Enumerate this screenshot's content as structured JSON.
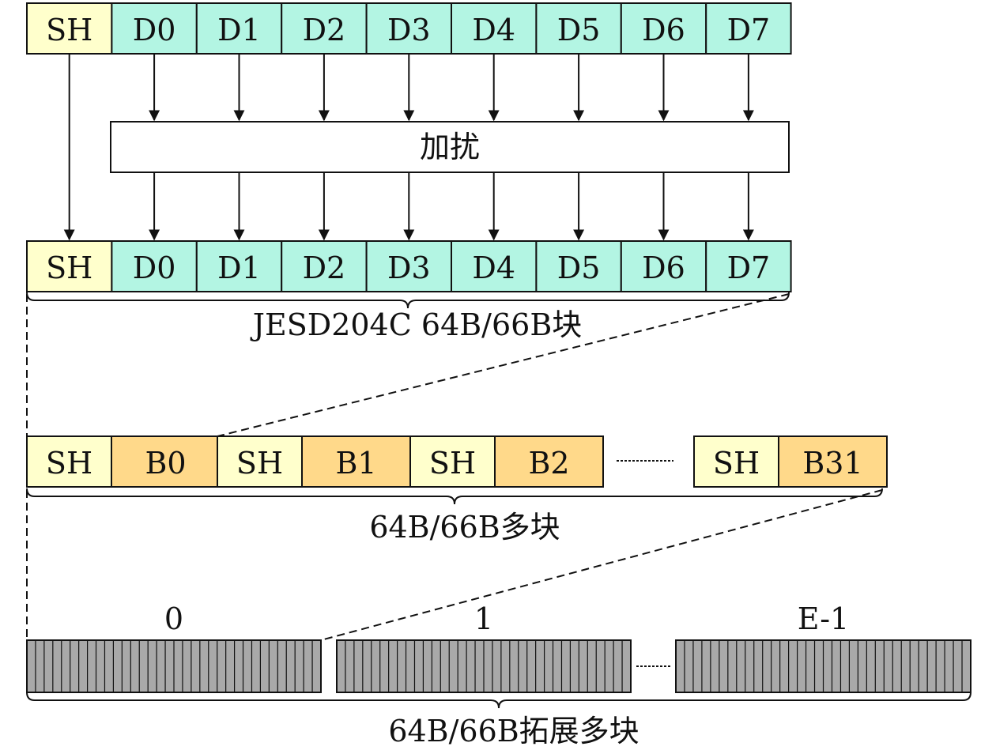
{
  "colors": {
    "sync_header": "#ffffcc",
    "data_octet": "#b3f5e3",
    "multiblock_data": "#ffd98a",
    "extended_block": "#a9a9a9",
    "stroke": "#111111"
  },
  "input_block": {
    "cells": [
      "SH",
      "D0",
      "D1",
      "D2",
      "D3",
      "D4",
      "D5",
      "D6",
      "D7"
    ]
  },
  "scrambler": {
    "label": "加扰"
  },
  "output_block": {
    "cells": [
      "SH",
      "D0",
      "D1",
      "D2",
      "D3",
      "D4",
      "D5",
      "D6",
      "D7"
    ],
    "caption": "JESD204C 64B/66B块"
  },
  "multiblock": {
    "blocks": [
      {
        "sh": "SH",
        "data": "B0"
      },
      {
        "sh": "SH",
        "data": "B1"
      },
      {
        "sh": "SH",
        "data": "B2"
      },
      {
        "sh": "SH",
        "data": "B31"
      }
    ],
    "caption": "64B/66B多块"
  },
  "extended_multiblock": {
    "indices": [
      "0",
      "1",
      "E-1"
    ],
    "caption": "64B/66B拓展多块"
  }
}
